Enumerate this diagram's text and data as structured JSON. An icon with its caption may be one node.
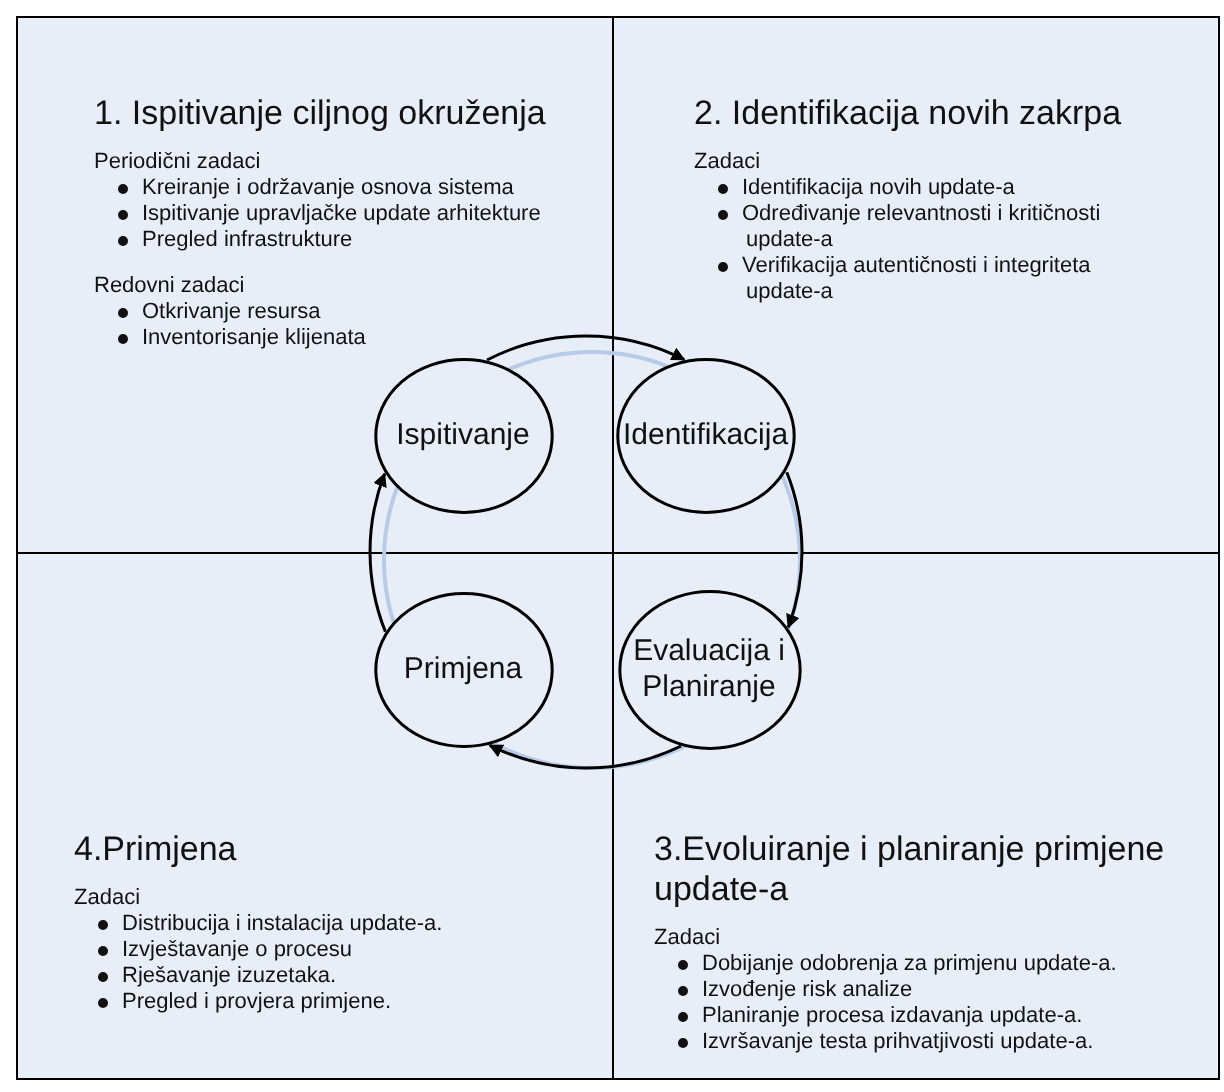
{
  "diagram": {
    "nodes": [
      {
        "text": [
          "1. Ispitivanje ciljnog okruženja",
          "Periodični zadaci",
          "Kreiranje i održavanje osnova sistema",
          "Ispitivanje upravljačke update arhitekture",
          "Pregled infrastrukture",
          "Redovni zadaci",
          "Otkrivanje resursa",
          "Inventorisanje klijenata"
        ]
      },
      {
        "text": [
          "2. Identifikacija novih zakrpa",
          "Zadaci",
          "Identifikacija novih update-a",
          "Određivanje relevantnosti i kritičnosti update-a",
          "Verifikacija autentičnosti i integriteta update-a"
        ]
      },
      {
        "text": [
          "4.Primjena",
          "Zadaci",
          "Distribucija  i instalacija update-a.",
          "Izvještavanje o procesu",
          "Rješavanje izuzetaka.",
          "Pregled i provjera primjene."
        ]
      },
      {
        "text": [
          "3.Evoluiranje i planiranje primjene update-a",
          "Zadaci",
          "Dobijanje odobrenja za primjenu update-a.",
          "Izvođenje risk analize",
          "Planiranje procesa izdavanja update-a.",
          "Izvršavanje testa prihvatjivosti update-a."
        ]
      },
      {
        "text": [
          "Ispitivanje"
        ],
        "in": 0
      },
      {
        "text": [
          "Identifikacija"
        ],
        "in": 1
      },
      {
        "text": [
          "Primjena"
        ],
        "in": 2
      },
      {
        "text": [
          "Evaluacija i Planiranje"
        ],
        "in": 3
      }
    ],
    "edges": [
      {
        "from": 4,
        "to": 5,
        "arrow": "to"
      },
      {
        "from": 5,
        "to": 7,
        "arrow": "to"
      },
      {
        "from": 7,
        "to": 6,
        "arrow": "to"
      },
      {
        "from": 6,
        "to": 4,
        "arrow": "to"
      }
    ]
  }
}
